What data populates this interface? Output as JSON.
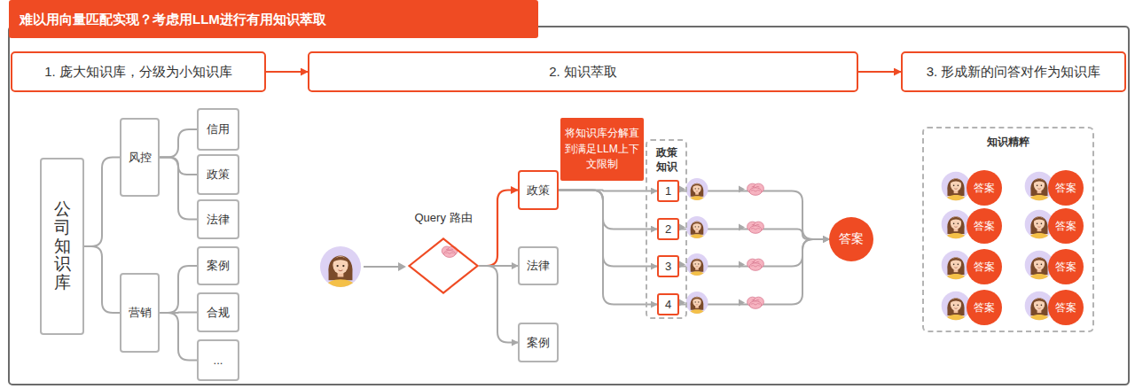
{
  "diagram": {
    "title": "难以用向量匹配实现？考虑用LLM进行有用知识萃取",
    "nodes": [
      {
        "text": [
          "1. 庞大知识库，分级为小知识库"
        ]
      },
      {
        "text": [
          "2. 知识萃取"
        ]
      },
      {
        "text": [
          "3. 形成新的问答对作为知识库"
        ]
      },
      {
        "text": [
          "公司知识库"
        ]
      },
      {
        "text": [
          "风控"
        ]
      },
      {
        "text": [
          "营销"
        ]
      },
      {
        "text": [
          "信用"
        ]
      },
      {
        "text": [
          "政策"
        ]
      },
      {
        "text": [
          "法律"
        ]
      },
      {
        "text": [
          "案例"
        ]
      },
      {
        "text": [
          "合规"
        ]
      },
      {
        "text": [
          "..."
        ]
      },
      {
        "text": [
          "Query 路由"
        ]
      },
      {
        "text": [
          "政策"
        ]
      },
      {
        "text": [
          "法律"
        ]
      },
      {
        "text": [
          "案例"
        ]
      },
      {
        "text": [
          "将知识库分解直到满足LLM上下文限制"
        ]
      },
      {
        "text": [
          "政策知识"
        ]
      },
      {
        "text": [
          "1"
        ],
        "in": 17
      },
      {
        "text": [
          "2"
        ],
        "in": 17
      },
      {
        "text": [
          "3"
        ],
        "in": 17
      },
      {
        "text": [
          "4"
        ],
        "in": 17
      },
      {
        "text": [
          "答案"
        ]
      },
      {
        "text": [
          "知识精粹"
        ]
      },
      {
        "text": [
          "答案"
        ],
        "in": 23
      },
      {
        "text": [
          "答案"
        ],
        "in": 23
      },
      {
        "text": [
          "答案"
        ],
        "in": 23
      },
      {
        "text": [
          "答案"
        ],
        "in": 23
      },
      {
        "text": [
          "答案"
        ],
        "in": 23
      },
      {
        "text": [
          "答案"
        ],
        "in": 23
      },
      {
        "text": [
          "答案"
        ],
        "in": 23
      },
      {
        "text": [
          "答案"
        ],
        "in": 23
      }
    ],
    "edges": [
      {
        "from": 0,
        "to": 1,
        "arrow": "to"
      },
      {
        "from": 1,
        "to": 2,
        "arrow": "to"
      },
      {
        "from": 3,
        "to": 4,
        "arrow": "none"
      },
      {
        "from": 3,
        "to": 5,
        "arrow": "none"
      },
      {
        "from": 4,
        "to": 6,
        "arrow": "none"
      },
      {
        "from": 4,
        "to": 7,
        "arrow": "none"
      },
      {
        "from": 4,
        "to": 8,
        "arrow": "none"
      },
      {
        "from": 5,
        "to": 9,
        "arrow": "none"
      },
      {
        "from": 5,
        "to": 10,
        "arrow": "none"
      },
      {
        "from": 5,
        "to": 11,
        "arrow": "none"
      },
      {
        "from": 12,
        "to": 13,
        "arrow": "to"
      },
      {
        "from": 12,
        "to": 14,
        "arrow": "to"
      },
      {
        "from": 12,
        "to": 15,
        "arrow": "to"
      },
      {
        "from": 13,
        "to": 18,
        "arrow": "to"
      },
      {
        "from": 13,
        "to": 19,
        "arrow": "to"
      },
      {
        "from": 13,
        "to": 20,
        "arrow": "to"
      },
      {
        "from": 13,
        "to": 21,
        "arrow": "to"
      },
      {
        "from": 18,
        "to": 22,
        "arrow": "to"
      },
      {
        "from": 19,
        "to": 22,
        "arrow": "to"
      },
      {
        "from": 20,
        "to": 22,
        "arrow": "to"
      },
      {
        "from": 21,
        "to": 22,
        "arrow": "to"
      }
    ]
  }
}
